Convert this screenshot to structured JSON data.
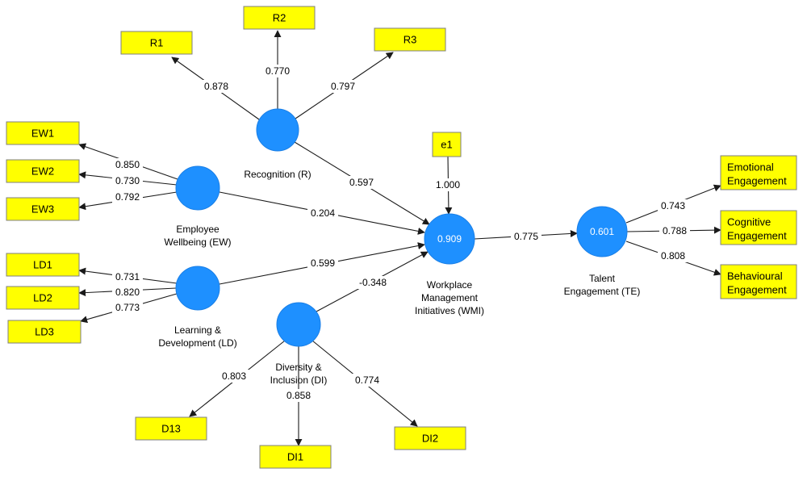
{
  "indicators": {
    "R1": "R1",
    "R2": "R2",
    "R3": "R3",
    "EW1": "EW1",
    "EW2": "EW2",
    "EW3": "EW3",
    "LD1": "LD1",
    "LD2": "LD2",
    "LD3": "LD3",
    "D13": "D13",
    "DI1": "DI1",
    "DI2": "DI2",
    "e1": "e1",
    "EmE": [
      "Emotional",
      "Engagement"
    ],
    "CoE": [
      "Cognitive",
      "Engagement"
    ],
    "BeE": [
      "Behavioural",
      "Engagement"
    ]
  },
  "latents": {
    "R": {
      "label": [
        "Recognition (R)"
      ],
      "value": ""
    },
    "EW": {
      "label": [
        "Employee",
        "Wellbeing (EW)"
      ],
      "value": ""
    },
    "LD": {
      "label": [
        "Learning &",
        "Development (LD)"
      ],
      "value": ""
    },
    "DI": {
      "label": [
        "Diversity &",
        "Inclusion (DI)"
      ],
      "value": ""
    },
    "WMI": {
      "label": [
        "Workplace",
        "Management",
        "Initiatives (WMI)"
      ],
      "value": "0.909"
    },
    "TE": {
      "label": [
        "Talent",
        "Engagement (TE)"
      ],
      "value": "0.601"
    }
  },
  "coefficients": {
    "R_R1": "0.878",
    "R_R2": "0.770",
    "R_R3": "0.797",
    "EW_EW1": "0.850",
    "EW_EW2": "0.730",
    "EW_EW3": "0.792",
    "LD_LD1": "0.731",
    "LD_LD2": "0.820",
    "LD_LD3": "0.773",
    "DI_D13": "0.803",
    "DI_DI1": "0.858",
    "DI_DI2": "0.774",
    "e1_WMI": "1.000",
    "R_WMI": "0.597",
    "EW_WMI": "0.204",
    "LD_WMI": "0.599",
    "DI_WMI": "-0.348",
    "WMI_TE": "0.775",
    "TE_EmE": "0.743",
    "TE_CoE": "0.788",
    "TE_BeE": "0.808"
  }
}
